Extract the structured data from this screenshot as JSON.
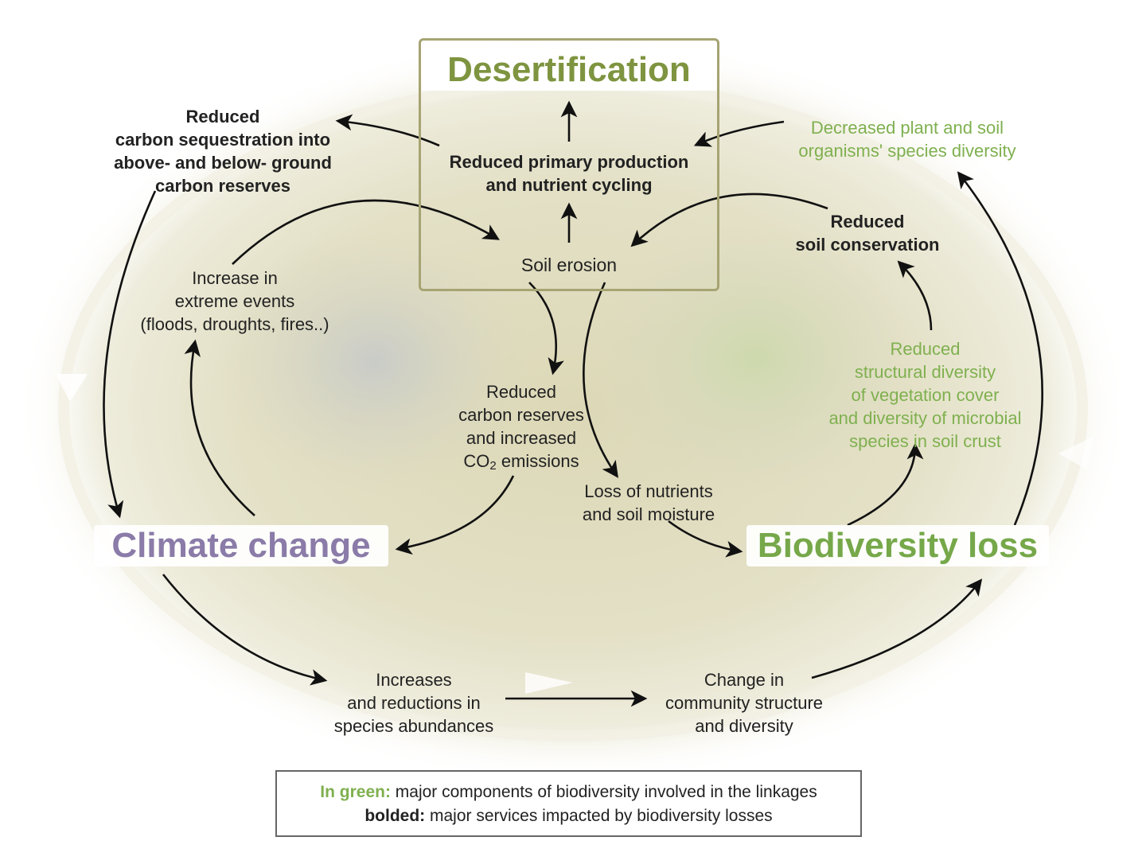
{
  "titles": {
    "desertification": "Desertification",
    "climate_change": "Climate change",
    "biodiversity_loss": "Biodiversity loss"
  },
  "nodes": {
    "reduced_carbon_sequestration": [
      "Reduced",
      "carbon sequestration into",
      "above- and below- ground",
      "carbon reserves"
    ],
    "reduced_primary_production": [
      "Reduced primary production",
      "and nutrient cycling"
    ],
    "decreased_species_diversity": [
      "Decreased plant and soil",
      "organisms' species diversity"
    ],
    "soil_erosion": "Soil erosion",
    "reduced_soil_conservation": [
      "Reduced",
      "soil conservation"
    ],
    "increase_extreme_events": [
      "Increase in",
      "extreme events",
      "(floods, droughts, fires..)"
    ],
    "reduced_carbon_reserves": [
      "Reduced",
      "carbon reserves",
      "and increased"
    ],
    "co2_prefix": "CO",
    "co2_sub": "2",
    "co2_suffix": "emissions",
    "loss_of_nutrients": [
      "Loss of nutrients",
      "and soil moisture"
    ],
    "reduced_structural_diversity": [
      "Reduced",
      "structural diversity",
      "of vegetation cover",
      "and diversity of microbial",
      "species in soil crust"
    ],
    "increases_reductions_abundances": [
      "Increases",
      "and reductions in",
      "species abundances"
    ],
    "change_in_community": [
      "Change in",
      "community structure",
      "and diversity"
    ]
  },
  "legend": {
    "green_label": "In green:",
    "green_text": " major components of biodiversity involved in the linkages",
    "bold_label": "bolded:",
    "bold_text": " major services impacted by biodiversity losses"
  },
  "colors": {
    "desertification_title": "#7e9440",
    "climate_title": "#8a7ba8",
    "biodiversity_title": "#76a84a",
    "green_text": "#7fb04f",
    "box_border": "#a6a473"
  }
}
